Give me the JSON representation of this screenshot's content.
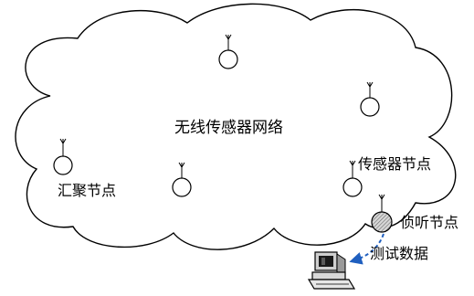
{
  "labels": {
    "network": "无线传感器网络",
    "sink_node": "汇聚节点",
    "sensor_node": "传感器节点",
    "sniffer_node": "侦听节点",
    "test_data": "测试数据"
  },
  "colors": {
    "line": "#000000",
    "arrow": "#1f5fbf",
    "background": "#ffffff",
    "sniffer_fill": "#9a9a9a"
  },
  "icons": {
    "node": "sensor-node-circle-with-antenna",
    "computer": "desktop-computer-icon"
  }
}
